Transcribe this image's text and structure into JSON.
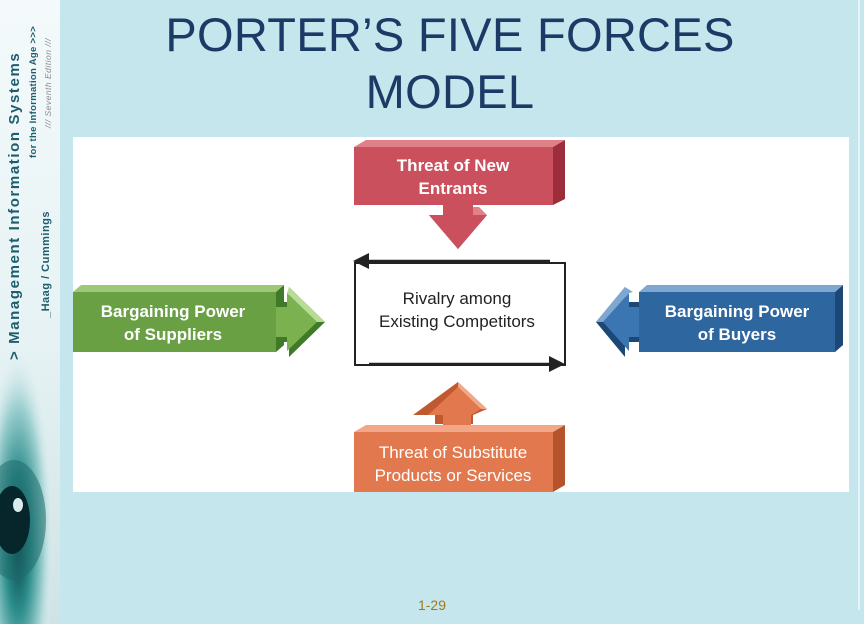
{
  "title": {
    "line1": "PORTER’S FIVE FORCES",
    "line2": "MODEL"
  },
  "sidebar": {
    "book_title": "> Management Information Systems",
    "subtitle": "for the Information Age >>>",
    "edition": "/// Seventh Edition ///",
    "authors": "_Haag / Cummings"
  },
  "forces": {
    "new_entrants": {
      "line1": "Threat of New",
      "line2": "Entrants",
      "color": "#c9505c"
    },
    "suppliers": {
      "line1": "Bargaining Power",
      "line2": "of Suppliers",
      "color": "#6aa044"
    },
    "rivalry": {
      "line1": "Rivalry among",
      "line2": "Existing Competitors"
    },
    "buyers": {
      "line1": "Bargaining Power",
      "line2": "of Buyers",
      "color": "#2e66a0"
    },
    "substitutes": {
      "line1": "Threat of Substitute",
      "line2": "Products or Services",
      "color": "#e2784e"
    }
  },
  "footer": {
    "page": "1-29"
  }
}
